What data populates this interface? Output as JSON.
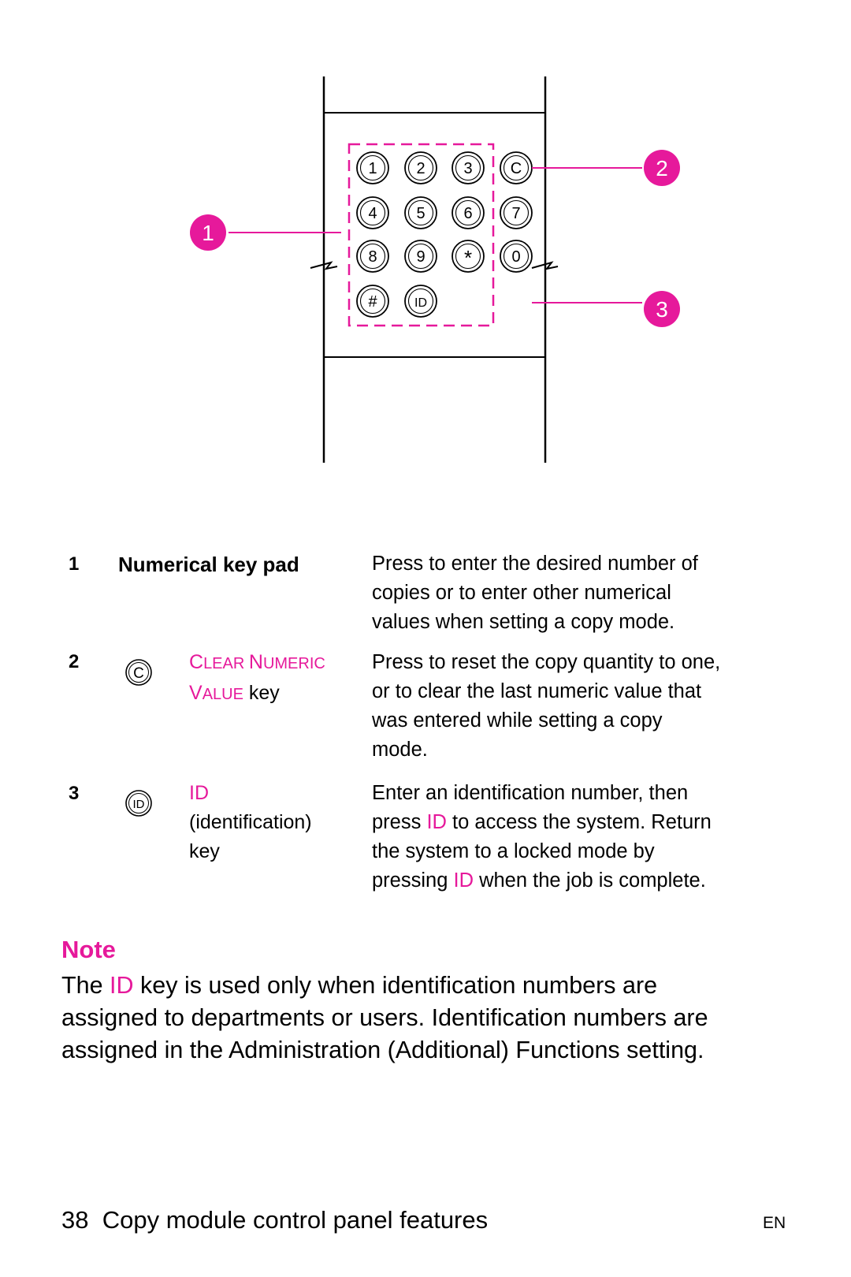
{
  "diagram": {
    "keys": [
      "1",
      "2",
      "3",
      "C",
      "4",
      "5",
      "6",
      "7",
      "8",
      "9",
      "*",
      "0",
      "#",
      "ID"
    ],
    "callouts": [
      "1",
      "2",
      "3"
    ],
    "accent_color": "#e6199b"
  },
  "rows": [
    {
      "num": "1",
      "term": "Numerical key pad",
      "desc_lines": [
        "Press to enter the desired number of",
        "copies or to enter other numerical",
        "values when setting a copy mode."
      ]
    },
    {
      "num": "2",
      "key_icon_label": "C",
      "term_line1_cap1": "C",
      "term_line1_rest1": "LEAR ",
      "term_line1_cap2": "N",
      "term_line1_rest2": "UMERIC",
      "term_line2_cap": "V",
      "term_line2_rest": "ALUE",
      "term_line2_plain": " key",
      "desc_lines": [
        "Press to reset the copy quantity to one,",
        "or to clear the last numeric value that",
        "was entered while setting a copy",
        "mode."
      ]
    },
    {
      "num": "3",
      "key_icon_label": "ID",
      "term_line1": "ID",
      "term_line2": "(identification)",
      "term_line3": "key",
      "desc_line1": "Enter an identification number, then",
      "desc_line2_a": "press ",
      "desc_line2_id": "ID",
      "desc_line2_b": " to access the system. Return",
      "desc_line3": "the system to a locked mode by",
      "desc_line4_a": "pressing ",
      "desc_line4_id": "ID",
      "desc_line4_b": " when the job is complete."
    }
  ],
  "note": {
    "title": "Note",
    "line1_a": "The ",
    "line1_id": "ID",
    "line1_b": " key is used only when identification numbers are",
    "line2": "assigned to departments or users. Identification numbers are",
    "line3": "assigned in the Administration (Additional) Functions setting."
  },
  "footer": {
    "page_num": "38",
    "section": "Copy module control panel features",
    "lang": "EN"
  }
}
